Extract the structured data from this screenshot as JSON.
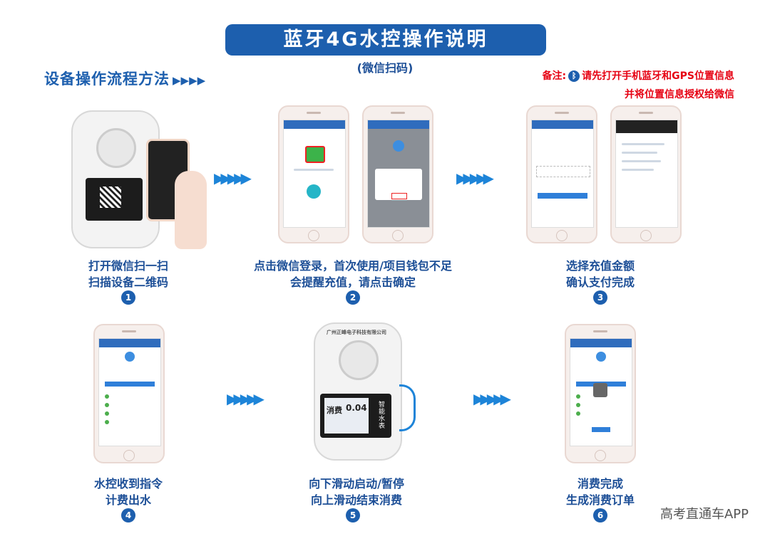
{
  "title": "蓝牙4G水控操作说明",
  "subtitle": "(微信扫码)",
  "process_heading": "设备操作流程方法",
  "process_arrows": "▶▶▶▶",
  "note": {
    "label": "备注:",
    "line1": "请先打开手机蓝牙和GPS位置信息",
    "line2": "并将位置信息授权给微信"
  },
  "steps": [
    {
      "line1": "打开微信扫一扫",
      "line2": "扫描设备二维码",
      "number": "1"
    },
    {
      "line1": "点击微信登录，首次使用/项目钱包不足",
      "line2": "会提醒充值，请点击确定",
      "number": "2"
    },
    {
      "line1": "选择充值金额",
      "line2": "确认支付完成",
      "number": "3"
    },
    {
      "line1": "水控收到指令",
      "line2": "计费出水",
      "number": "4"
    },
    {
      "line1": "向下滑动启动/暂停",
      "line2": "向上滑动结束消费",
      "number": "5"
    },
    {
      "line1": "消费完成",
      "line2": "生成消费订单",
      "number": "6"
    }
  ],
  "meter": {
    "brand": "广州正峰电子科技有限公司",
    "display_label": "消费",
    "display_value": "0.04",
    "side_text": "智能水表"
  },
  "watermark": "高考直通车APP",
  "colors": {
    "brand_blue": "#1d5fae",
    "note_red": "#e60012",
    "flow_arrow": "#1d84d8"
  }
}
